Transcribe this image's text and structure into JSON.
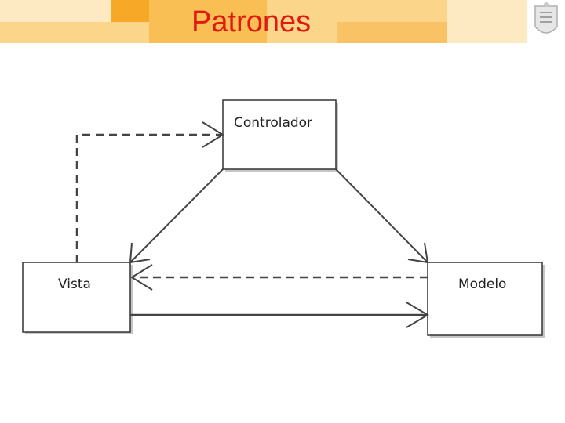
{
  "slide": {
    "title": "Patrones"
  },
  "colors": {
    "accent_orange": "#f7a826",
    "light_orange": "#fbd58a",
    "pale_orange": "#fde9c2",
    "title_red": "#e01a10",
    "line_gray": "#444444"
  },
  "diagram": {
    "nodes": [
      {
        "id": "controlador",
        "label": "Controlador"
      },
      {
        "id": "vista",
        "label": "Vista"
      },
      {
        "id": "modelo",
        "label": "Modelo"
      }
    ],
    "edges": [
      {
        "from": "vista",
        "to": "controlador",
        "style": "dashed"
      },
      {
        "from": "controlador",
        "to": "vista",
        "style": "solid"
      },
      {
        "from": "controlador",
        "to": "modelo",
        "style": "solid"
      },
      {
        "from": "modelo",
        "to": "vista",
        "style": "dashed"
      },
      {
        "from": "vista",
        "to": "modelo",
        "style": "solid"
      }
    ]
  },
  "icons": {
    "logo": "university-crest-icon"
  }
}
